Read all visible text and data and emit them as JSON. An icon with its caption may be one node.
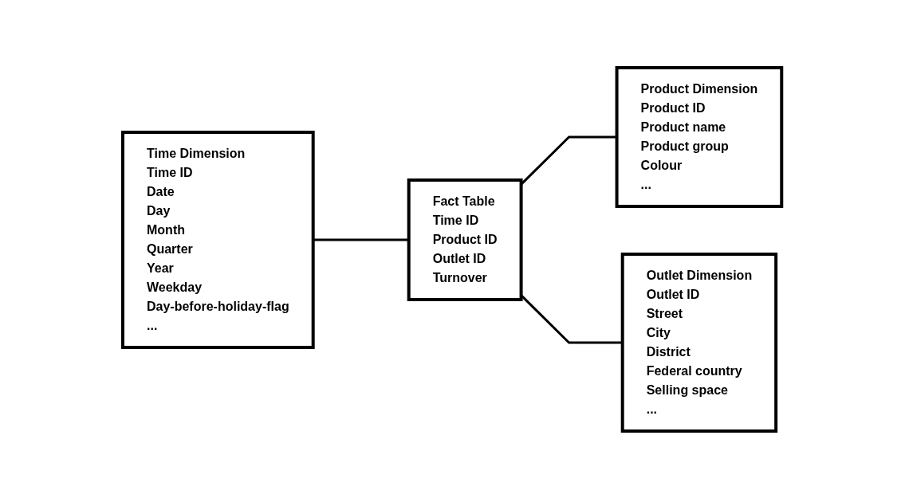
{
  "diagram": {
    "nodes": [
      {
        "text": [
          "Time Dimension",
          "Time ID",
          "Date",
          "Day",
          "Month",
          "Quarter",
          "Year",
          "Weekday",
          "Day-before-holiday-flag",
          "..."
        ]
      },
      {
        "text": [
          "Fact Table",
          "Time ID",
          "Product ID",
          "Outlet ID",
          "Turnover"
        ]
      },
      {
        "text": [
          "Product Dimension",
          "Product ID",
          "Product name",
          "Product group",
          "Colour",
          "..."
        ]
      },
      {
        "text": [
          "Outlet Dimension",
          "Outlet ID",
          "Street",
          "City",
          "District",
          "Federal country",
          "Selling space",
          "..."
        ]
      }
    ],
    "edges": [
      {
        "from": 0,
        "to": 1,
        "arrow": "none"
      },
      {
        "from": 1,
        "to": 2,
        "arrow": "none"
      },
      {
        "from": 1,
        "to": 3,
        "arrow": "none"
      }
    ]
  }
}
